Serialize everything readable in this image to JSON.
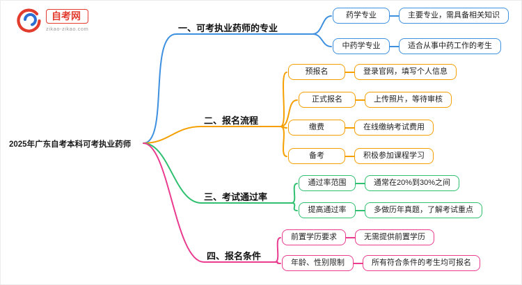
{
  "logo": {
    "title": "自考网",
    "subtitle": "zikao-zikao.com"
  },
  "root": {
    "label": "2025年广东自考本科可考执业药师"
  },
  "branches": [
    {
      "label": "一、可考执业药师的专业",
      "color": "#3d8fe0",
      "children": [
        {
          "label": "药学专业",
          "desc": "主要专业，需具备相关知识"
        },
        {
          "label": "中药学专业",
          "desc": "适合从事中药工作的考生"
        }
      ]
    },
    {
      "label": "二、报名流程",
      "color": "#f59f00",
      "children": [
        {
          "label": "预报名",
          "desc": "登录官网，填写个人信息"
        },
        {
          "label": "正式报名",
          "desc": "上传照片，等待审核"
        },
        {
          "label": "缴费",
          "desc": "在线缴纳考试费用"
        },
        {
          "label": "备考",
          "desc": "积极参加课程学习"
        }
      ]
    },
    {
      "label": "三、考试通过率",
      "color": "#2ec06f",
      "children": [
        {
          "label": "通过率范围",
          "desc": "通常在20%到30%之间"
        },
        {
          "label": "提高通过率",
          "desc": "多做历年真题，了解考试重点"
        }
      ]
    },
    {
      "label": "四、报名条件",
      "color": "#ea3b8f",
      "children": [
        {
          "label": "前置学历要求",
          "desc": "无需提供前置学历"
        },
        {
          "label": "年龄、性别限制",
          "desc": "所有符合条件的考生均可报名"
        }
      ]
    }
  ]
}
